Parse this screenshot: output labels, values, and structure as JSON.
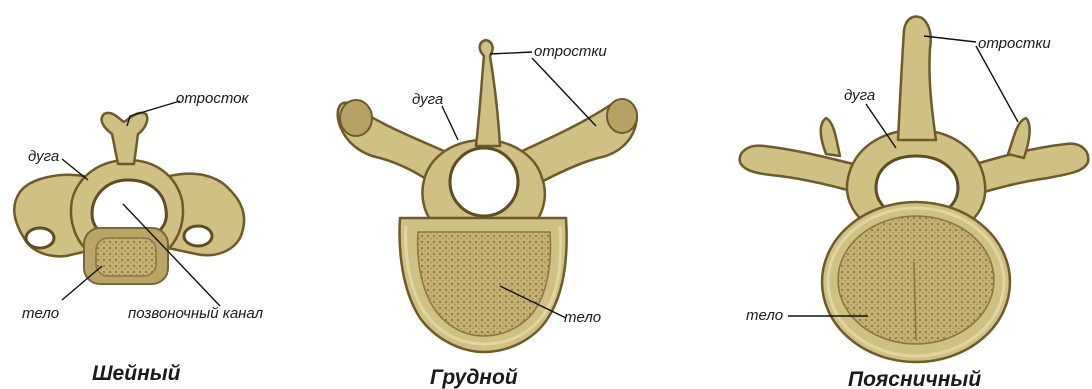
{
  "vertebrae": [
    {
      "title": "Шейный",
      "labels": {
        "process": "отросток",
        "arch": "дуга",
        "body": "тело",
        "canal": "позвоночный канал"
      }
    },
    {
      "title": "Грудной",
      "labels": {
        "processes": "отростки",
        "arch": "дуга",
        "body": "тело"
      }
    },
    {
      "title": "Поясничный",
      "labels": {
        "processes": "отростки",
        "arch": "дуга",
        "body": "тело"
      }
    }
  ],
  "colors": {
    "bone": "#cfc084",
    "outline": "#6e5a2a",
    "spongy": "#b9a567",
    "text": "#1a1a1a"
  }
}
